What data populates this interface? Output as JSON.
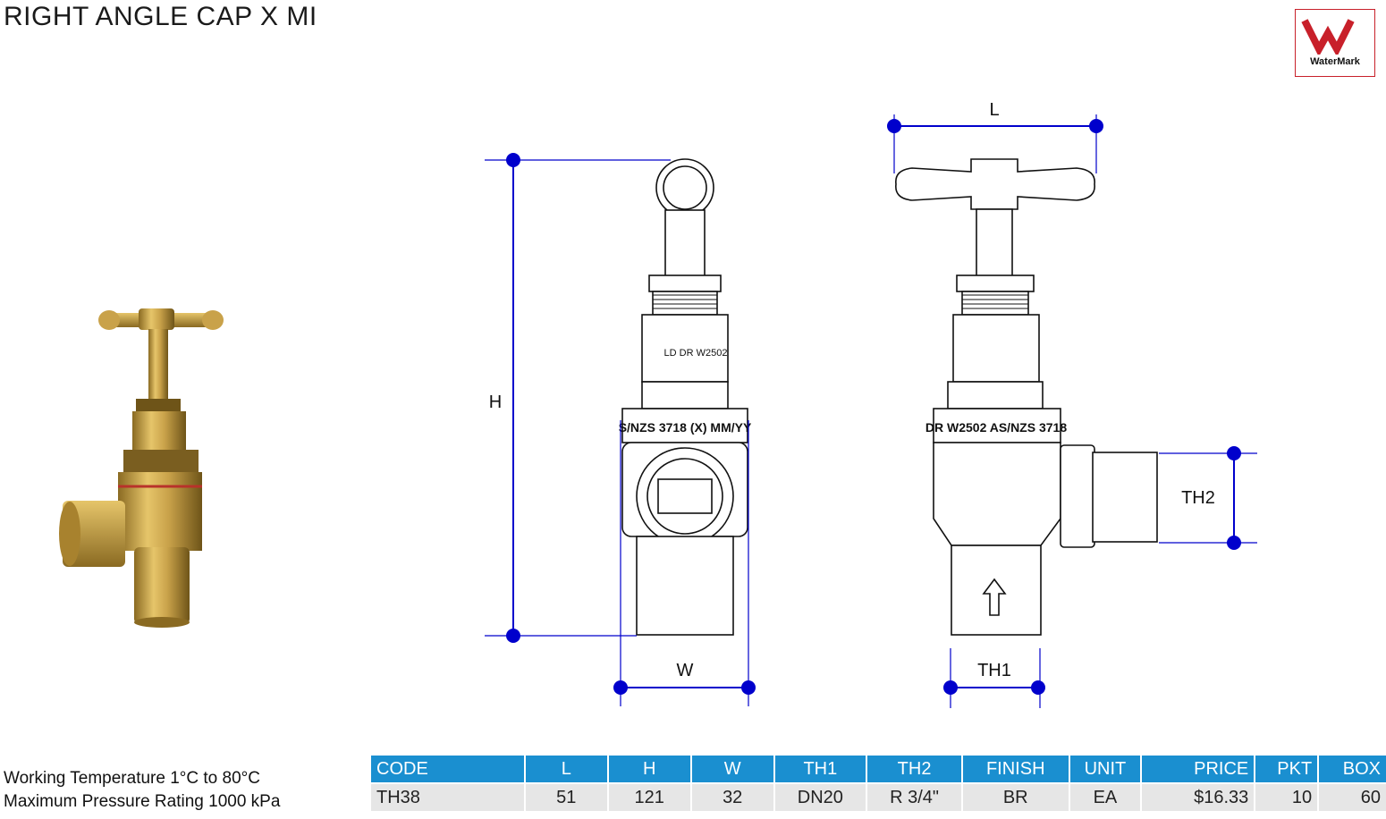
{
  "title": "RIGHT ANGLE CAP X MI",
  "logo": {
    "text": "WaterMark",
    "color": "#c8202a"
  },
  "dimensions": {
    "h": "H",
    "w": "W",
    "l": "L",
    "th1": "TH1",
    "th2": "TH2"
  },
  "markings": {
    "front_top": "LD DR W2502",
    "front_band": "S/NZS 3718 (X) MM/YY",
    "side_band": "DR W2502   AS/NZS 3718"
  },
  "specs": {
    "working_temperature": "Working Temperature  1°C to 80°C",
    "max_pressure": "Maximum Pressure Rating  1000 kPa"
  },
  "table": {
    "headers": [
      "CODE",
      "L",
      "H",
      "W",
      "TH1",
      "TH2",
      "FINISH",
      "UNIT",
      "PRICE",
      "PKT",
      "BOX"
    ],
    "rows": [
      [
        "TH38",
        "51",
        "121",
        "32",
        "DN20",
        "R 3/4\"",
        "BR",
        "EA",
        "$16.33",
        "10",
        "60"
      ]
    ]
  },
  "colors": {
    "dimension_line": "#0000cc",
    "header_bg": "#1a8fd0",
    "row_bg": "#e6e6e6",
    "brass": "#c9a24a"
  }
}
